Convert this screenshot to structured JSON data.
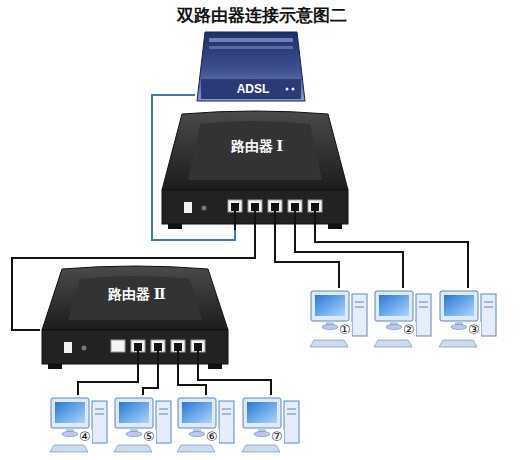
{
  "diagram": {
    "title": "双路由器连接示意图二",
    "nodes": [
      {
        "text": [
          "ADSL"
        ]
      },
      {
        "text": [
          "路由器 Ⅰ"
        ]
      },
      {
        "text": [
          "路由器 Ⅱ"
        ]
      },
      {
        "text": [
          "①"
        ]
      },
      {
        "text": [
          "②"
        ]
      },
      {
        "text": [
          "③"
        ]
      },
      {
        "text": [
          "④"
        ]
      },
      {
        "text": [
          "⑤"
        ]
      },
      {
        "text": [
          "⑥"
        ]
      },
      {
        "text": [
          "⑦"
        ]
      }
    ],
    "edges": [
      {
        "from": 0,
        "to": 1,
        "arrow": "none"
      },
      {
        "from": 1,
        "to": 2,
        "arrow": "none"
      },
      {
        "from": 1,
        "to": 3,
        "arrow": "none"
      },
      {
        "from": 1,
        "to": 4,
        "arrow": "none"
      },
      {
        "from": 1,
        "to": 5,
        "arrow": "none"
      },
      {
        "from": 2,
        "to": 6,
        "arrow": "none"
      },
      {
        "from": 2,
        "to": 7,
        "arrow": "none"
      },
      {
        "from": 2,
        "to": 8,
        "arrow": "none"
      },
      {
        "from": 2,
        "to": 9,
        "arrow": "none"
      }
    ]
  }
}
